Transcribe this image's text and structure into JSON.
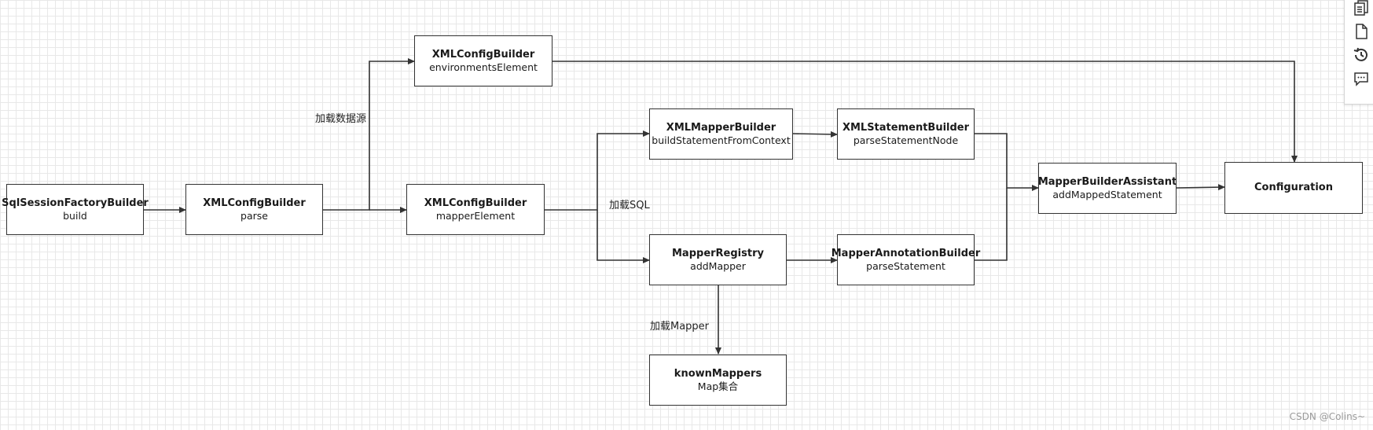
{
  "nodes": {
    "sqlsessionfactorybuilder": {
      "title": "SqlSessionFactoryBuilder",
      "sub": "build"
    },
    "xmlconfig_parse": {
      "title": "XMLConfigBuilder",
      "sub": "parse"
    },
    "xmlconfig_environments": {
      "title": "XMLConfigBuilder",
      "sub": "environmentsElement"
    },
    "xmlconfig_mapper": {
      "title": "XMLConfigBuilder",
      "sub": "mapperElement"
    },
    "xmlmapperbuilder": {
      "title": "XMLMapperBuilder",
      "sub": "buildStatementFromContext"
    },
    "xmlstatementbuilder": {
      "title": "XMLStatementBuilder",
      "sub": "parseStatementNode"
    },
    "mapperregistry": {
      "title": "MapperRegistry",
      "sub": "addMapper"
    },
    "mapperannotationbuilder": {
      "title": "MapperAnnotationBuilder",
      "sub": "parseStatement"
    },
    "mapperbuilderassistant": {
      "title": "MapperBuilderAssistant",
      "sub": "addMappedStatement"
    },
    "configuration": {
      "title": "Configuration",
      "sub": ""
    },
    "knownmappers": {
      "title": "knownMappers",
      "sub": "Map集合"
    }
  },
  "labels": {
    "load_datasource": "加载数据源",
    "load_sql": "加载SQL",
    "load_mapper": "加载Mapper"
  },
  "toolbar": {
    "icons": [
      "pages-icon",
      "document-icon",
      "history-icon",
      "comment-icon"
    ]
  },
  "watermark": "CSDN @Colins~"
}
